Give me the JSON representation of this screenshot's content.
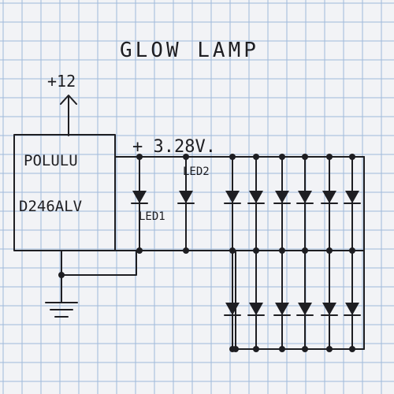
{
  "diagram": {
    "title": "GLOW LAMP",
    "supply_label": "+12",
    "output_label": "+ 3.28V.",
    "module": {
      "line1": "POLULU",
      "line2": "D246ALV"
    },
    "led_labels": [
      "LED1",
      "LED2"
    ]
  },
  "colors": {
    "paper": "#f2f3f6",
    "grid": "#9fb9db",
    "ink": "#1e1e22"
  }
}
